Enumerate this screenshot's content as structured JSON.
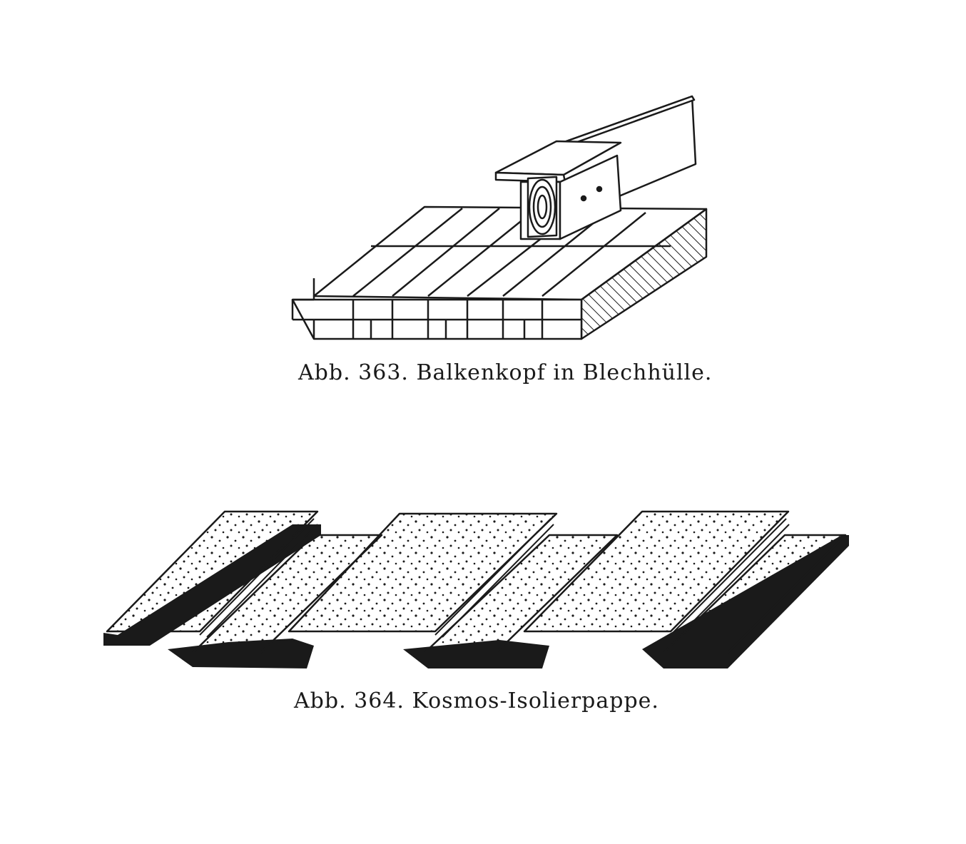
{
  "figures": [
    {
      "caption": "Abb. 363. Balkenkopf in Blechhülle."
    },
    {
      "caption": "Abb. 364. Kosmos-Isolierpappe."
    }
  ],
  "colors": {
    "ink": "#1a1a1a",
    "paper": "#ffffff"
  },
  "icons": [
    "beam-head-in-sheet-metal-illustration",
    "insulating-board-illustration"
  ]
}
